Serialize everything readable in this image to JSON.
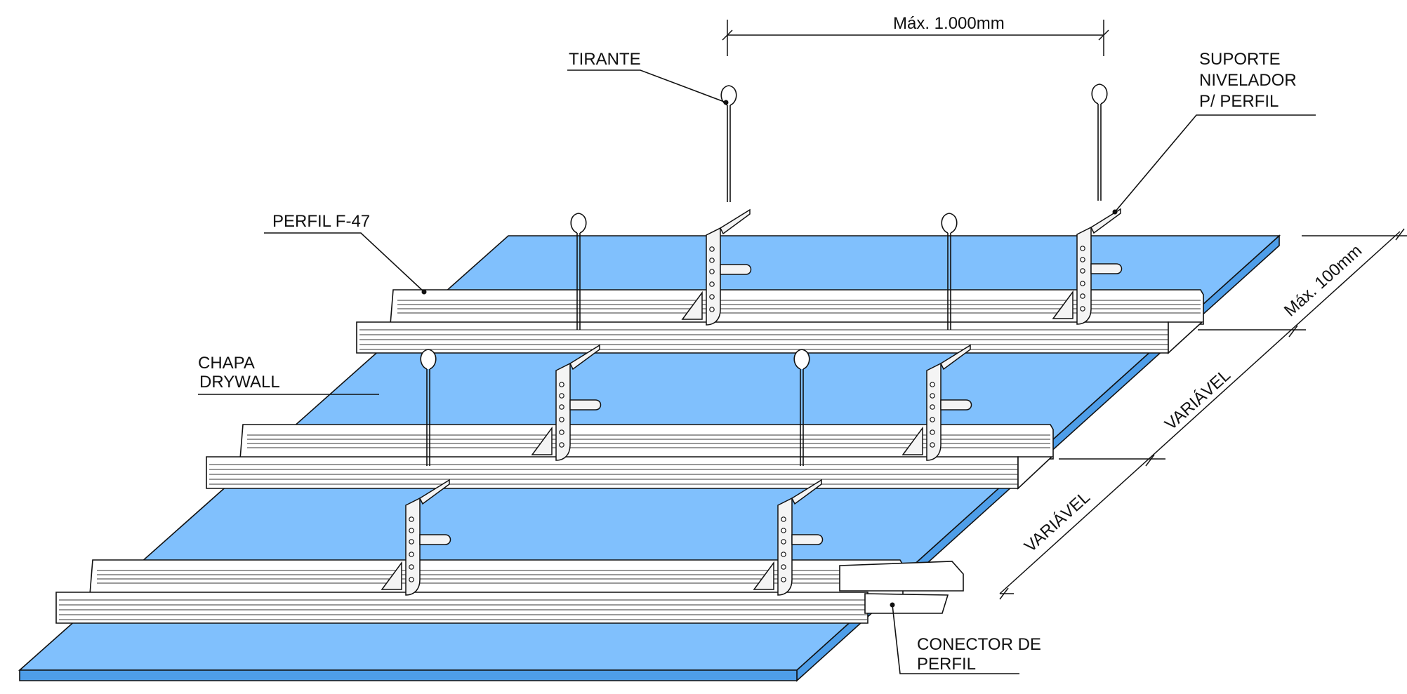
{
  "labels": {
    "tirante": "TIRANTE",
    "suporte_line1": "SUPORTE",
    "suporte_line2": "NIVELADOR",
    "suporte_line3": "P/ PERFIL",
    "perfil": "PERFIL F-47",
    "chapa_line1": "CHAPA",
    "chapa_line2": "DRYWALL",
    "conector_line1": "CONECTOR DE",
    "conector_line2": "PERFIL"
  },
  "dimensions": {
    "rod_spacing": "Máx. 1.000mm",
    "edge_distance": "Máx. 100mm",
    "spacing_upper": "VARIÁVEL",
    "spacing_lower": "VARIÁVEL"
  },
  "colors": {
    "board_top": "#80c0fd",
    "board_side": "#4e9ee9",
    "line": "#111111"
  }
}
